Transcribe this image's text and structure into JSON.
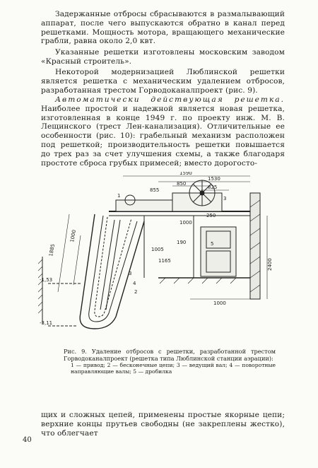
{
  "page": {
    "paragraphs": [
      {
        "text": "Задержанные отбросы сбрасываются в размалывающий аппарат, после чего выпускаются обратно в канал перед решетками. Мощность мотора, вращающего механические грабли, равна около 2,0 квт."
      },
      {
        "text": "Указанные решетки изготовлены московским заводом «Красный строитель»."
      },
      {
        "text": "Некоторой модернизацией Люблинской решетки является решетка с механическим удалением отбросов, разработанная трестом Горводоканалпроект (рис. 9)."
      },
      {
        "lead": "Автоматически действующая решетка.",
        "text": "Наиболее простой и надежной является новая решетка, изготовленная в конце 1949 г. по проекту инж. М. В. Лещинского (трест Лен-канализация). Отличительные ее особенности (рис. 10): грабельный механизм расположен под решеткой; производительность решетки повышается до трех раз за счет улучшения схемы, а также благодаря простоте сброса грубых примесей; вместо дорогосто-"
      }
    ],
    "figure": {
      "dims": [
        "1590",
        "1530",
        "850",
        "825",
        "855",
        "3",
        "250",
        "1",
        "1000",
        "190",
        "1005",
        "5",
        "1165",
        "3",
        "4",
        "2",
        "1885",
        "1000",
        "1000",
        "2400",
        "-1,53",
        "-3,11"
      ]
    },
    "caption": {
      "main": "Рис. 9. Удаление отбросов с решетки, разработанной трестом Горводоканалпроект (решетка типа Люблинской станции аэрации):",
      "legend": "1 — привод; 2 — бесконечные цепи; 3 — ведущий вал; 4 — поворотные направляющие валы; 5 — дробилка"
    },
    "bottom_text": "щих и сложных цепей, применены простые якорные цепи; верхние концы прутьев свободны (не закреплены жестко), что облегчает",
    "page_number": "40"
  }
}
